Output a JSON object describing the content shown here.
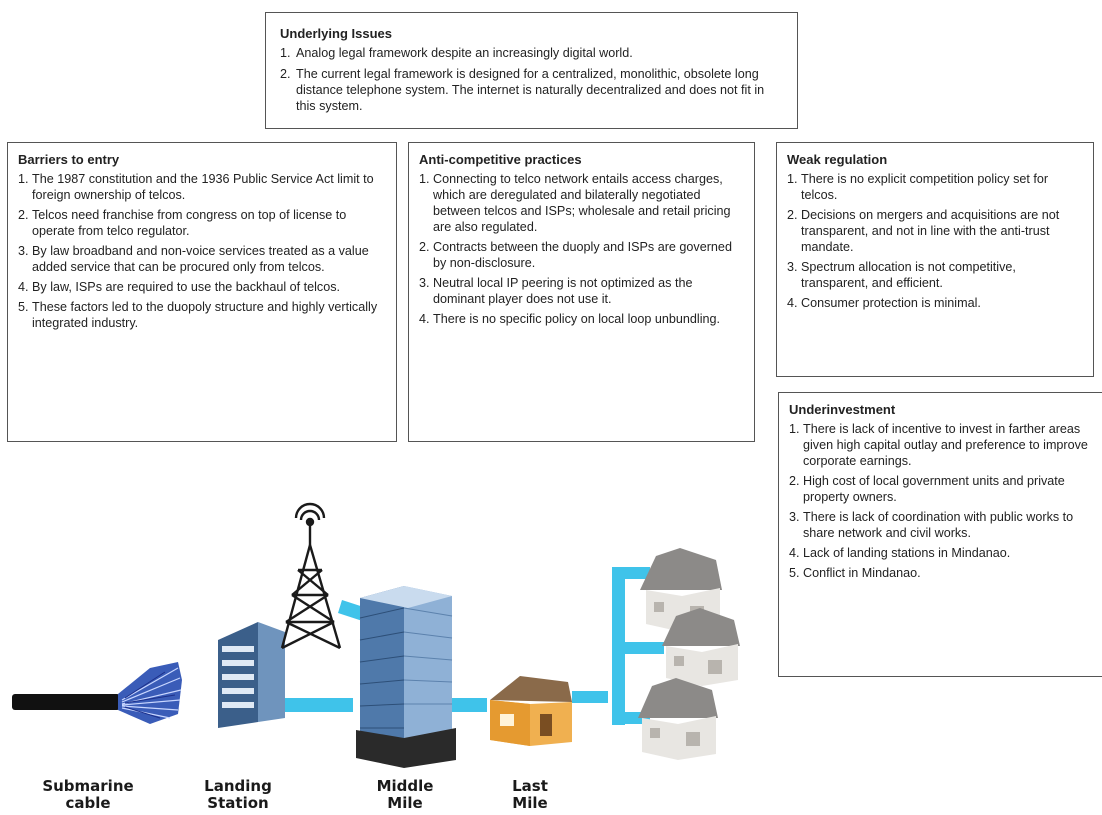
{
  "underlying": {
    "title": "Underlying Issues",
    "items": [
      {
        "num": "1.",
        "text": "Analog legal framework despite an increasingly digital world."
      },
      {
        "num": "2.",
        "text": "The current legal framework is designed for a centralized, monolithic, obsolete long distance telephone system. The internet is naturally decentralized and does not fit in this system."
      }
    ]
  },
  "barriers": {
    "title": "Barriers to entry",
    "items": [
      {
        "num": "1.",
        "text": "The 1987 constitution and the 1936 Public Service Act limit to foreign ownership of telcos."
      },
      {
        "num": "2.",
        "text": "Telcos need franchise from congress on top of license to operate from telco regulator."
      },
      {
        "num": "3.",
        "text": "By law broadband and non-voice services treated as a value added service that can be procured only from telcos."
      },
      {
        "num": "4.",
        "text": "By law, ISPs are required to use the backhaul of telcos."
      },
      {
        "num": "5.",
        "text": "These factors led to the duopoly structure and highly vertically integrated industry."
      }
    ]
  },
  "anticompetitive": {
    "title": "Anti-competitive practices",
    "items": [
      {
        "num": "1.",
        "text": "Connecting to telco network entails access charges, which are deregulated and bilaterally negotiated between telcos and ISPs; wholesale and retail pricing are also regulated."
      },
      {
        "num": "2.",
        "text": "Contracts between the  duoply and ISPs are governed by non-disclosure."
      },
      {
        "num": "3.",
        "text": "Neutral local IP peering is not optimized as the dominant player does not use it."
      },
      {
        "num": "4.",
        "text": "There is no specific policy on local loop unbundling."
      }
    ]
  },
  "weak": {
    "title": "Weak regulation",
    "items": [
      {
        "num": "1.",
        "text": "There is no explicit competition policy set for telcos."
      },
      {
        "num": "2.",
        "text": "Decisions on mergers and acquisitions are not transparent, and not in line with the anti-trust mandate."
      },
      {
        "num": "3.",
        "text": "Spectrum allocation is not competitive, transparent, and efficient."
      },
      {
        "num": "4.",
        "text": "Consumer protection is minimal."
      }
    ]
  },
  "underinvestment": {
    "title": "Underinvestment",
    "items": [
      {
        "num": "1.",
        "text": "There is lack of incentive to invest in farther areas given high capital outlay and preference to improve corporate earnings."
      },
      {
        "num": "2.",
        "text": "High cost of local government units and private property owners."
      },
      {
        "num": "3.",
        "text": "There is lack of coordination with public works to share network and civil works."
      },
      {
        "num": "4.",
        "text": "Lack of landing stations in Mindanao."
      },
      {
        "num": "5.",
        "text": "Conflict in Mindanao."
      }
    ]
  },
  "captions": {
    "submarine": {
      "line1": "Submarine",
      "line2": "cable"
    },
    "landing": {
      "line1": "Landing",
      "line2": "Station"
    },
    "middle": {
      "line1": "Middle",
      "line2": "Mile"
    },
    "last": {
      "line1": "Last",
      "line2": "Mile"
    }
  },
  "colors": {
    "link": "#3fc3ea",
    "building": "#3b5f8a",
    "house_wall": "#e8e6e2",
    "house_roof": "#8c8a88",
    "last_house_wall": "#f0b050"
  }
}
